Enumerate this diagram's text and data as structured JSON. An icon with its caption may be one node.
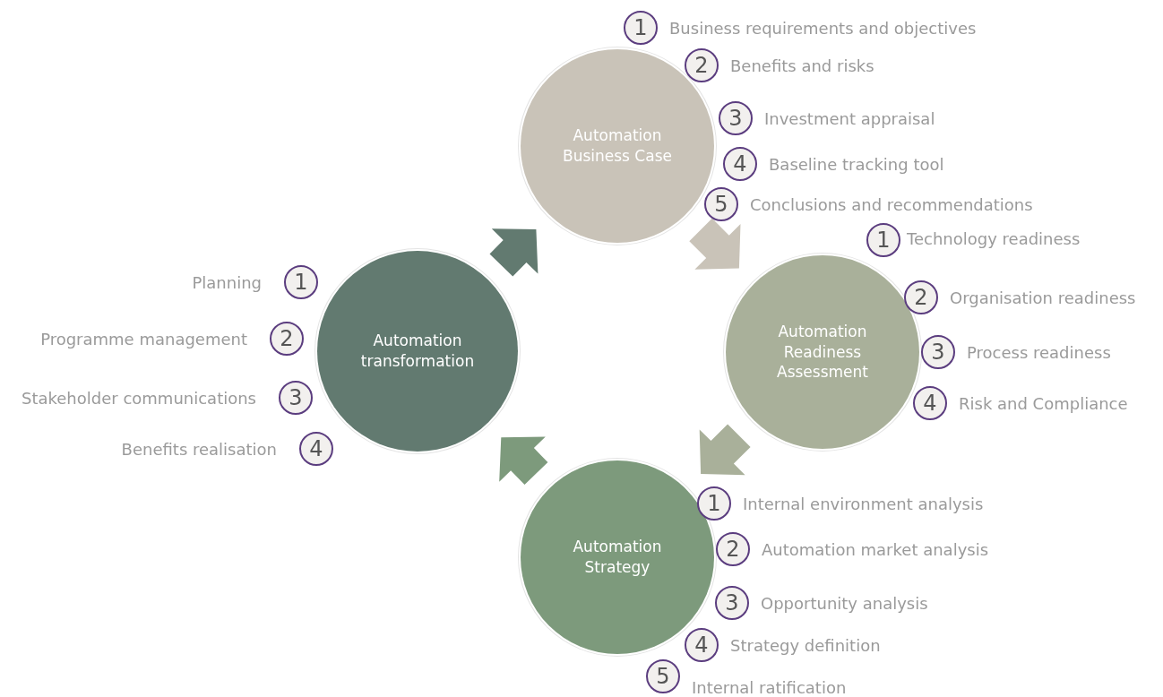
{
  "diagram": {
    "nodes": [
      {
        "text": [
          "Automation Business Case"
        ]
      },
      {
        "text": [
          "1"
        ],
        "beside": [
          "Business requirements and objectives"
        ]
      },
      {
        "text": [
          "2"
        ],
        "beside": [
          "Benefits and risks"
        ]
      },
      {
        "text": [
          "3"
        ],
        "beside": [
          "Investment appraisal"
        ]
      },
      {
        "text": [
          "4"
        ],
        "beside": [
          "Baseline tracking tool"
        ]
      },
      {
        "text": [
          "5"
        ],
        "beside": [
          "Conclusions and recommendations"
        ]
      },
      {
        "text": [
          "Automation Readiness Assessment"
        ]
      },
      {
        "text": [
          "1"
        ],
        "beside": [
          "Technology readiness"
        ]
      },
      {
        "text": [
          "2"
        ],
        "beside": [
          "Organisation readiness"
        ]
      },
      {
        "text": [
          "3"
        ],
        "beside": [
          "Process readiness"
        ]
      },
      {
        "text": [
          "4"
        ],
        "beside": [
          "Risk and Compliance"
        ]
      },
      {
        "text": [
          "Automation transformation"
        ]
      },
      {
        "text": [
          "1"
        ],
        "beside": [
          "Planning"
        ]
      },
      {
        "text": [
          "2"
        ],
        "beside": [
          "Programme management"
        ]
      },
      {
        "text": [
          "3"
        ],
        "beside": [
          "Stakeholder communications"
        ]
      },
      {
        "text": [
          "4"
        ],
        "beside": [
          "Benefits realisation"
        ]
      },
      {
        "text": [
          "Automation Strategy"
        ]
      },
      {
        "text": [
          "1"
        ],
        "beside": [
          "Internal environment analysis"
        ]
      },
      {
        "text": [
          "2"
        ],
        "beside": [
          "Automation market analysis"
        ]
      },
      {
        "text": [
          "3"
        ],
        "beside": [
          "Opportunity analysis"
        ]
      },
      {
        "text": [
          "4"
        ],
        "beside": [
          "Strategy definition"
        ]
      },
      {
        "text": [
          "5"
        ],
        "beside": [
          "Internal ratification"
        ]
      }
    ],
    "edges": [
      {
        "from": 11,
        "to": 0,
        "arrow": "to",
        "style": "thick",
        "color": "#627a70"
      },
      {
        "from": 0,
        "to": 6,
        "arrow": "to",
        "style": "thick",
        "color": "#c9c3b8"
      },
      {
        "from": 6,
        "to": 16,
        "arrow": "to",
        "style": "thick",
        "color": "#a9b09a"
      },
      {
        "from": 16,
        "to": 11,
        "arrow": "to",
        "style": "thick",
        "color": "#7d9a7c"
      }
    ]
  }
}
